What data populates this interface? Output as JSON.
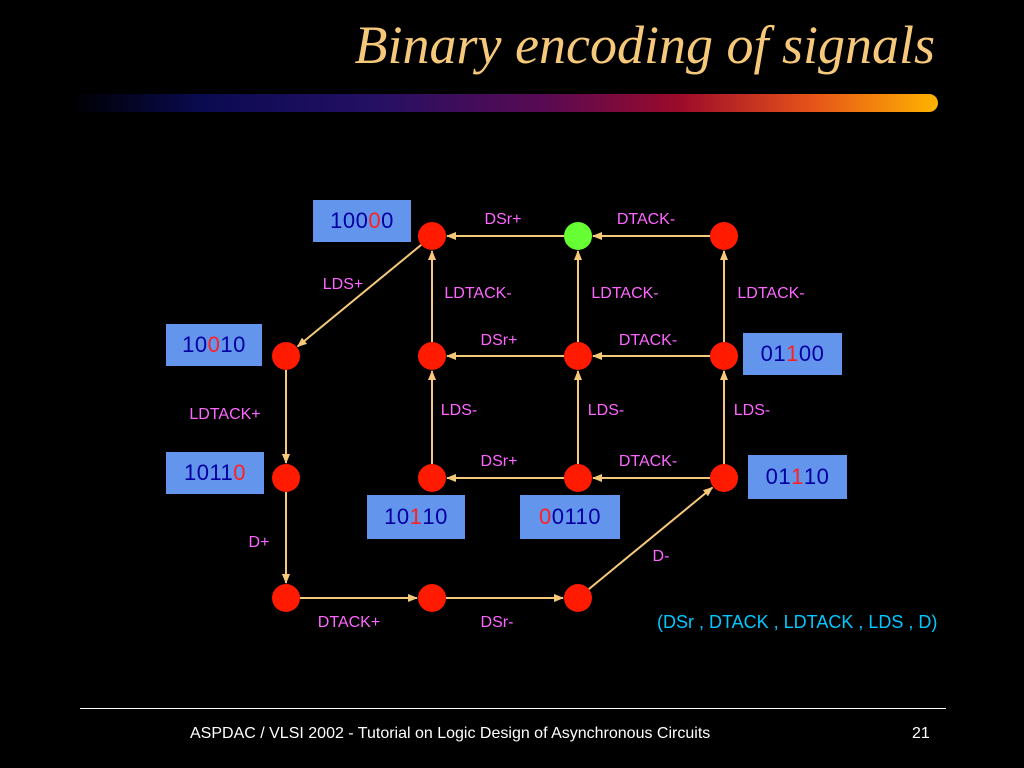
{
  "slide": {
    "title": "Binary encoding of signals",
    "legend": "(DSr , DTACK , LDTACK , LDS , D)",
    "footer": "ASPDAC / VLSI 2002 - Tutorial on Logic Design of Asynchronous Circuits",
    "page_number": "21"
  },
  "colors": {
    "title": "#f5c87a",
    "state": "#ff1a00",
    "initial_state": "#66ff33",
    "arc": "#f5c87a",
    "label": "#ff66ff",
    "code_box": "#6495ed",
    "code_text": "#0000a0",
    "code_highlight": "#ff2020",
    "legend": "#00c8ff"
  },
  "diagram": {
    "nodes": [
      {
        "id": "n_r1c1"
      },
      {
        "id": "n_r1c2",
        "initial": true
      },
      {
        "id": "n_r1c3"
      },
      {
        "id": "n_r2c0"
      },
      {
        "id": "n_r2c1"
      },
      {
        "id": "n_r2c2"
      },
      {
        "id": "n_r2c3"
      },
      {
        "id": "n_r3c0"
      },
      {
        "id": "n_r3c1"
      },
      {
        "id": "n_r3c2"
      },
      {
        "id": "n_r3c3"
      },
      {
        "id": "n_r4c0"
      },
      {
        "id": "n_r4c1"
      },
      {
        "id": "n_r4c2"
      }
    ],
    "arcs": [
      {
        "from": "n_r1c2",
        "to": "n_r1c1",
        "label": "DSr+"
      },
      {
        "from": "n_r1c3",
        "to": "n_r1c2",
        "label": "DTACK-"
      },
      {
        "from": "n_r1c1",
        "to": "n_r2c0",
        "label": "LDS+"
      },
      {
        "from": "n_r2c1",
        "to": "n_r1c1",
        "label": "LDTACK-"
      },
      {
        "from": "n_r2c2",
        "to": "n_r1c2",
        "label": "LDTACK-"
      },
      {
        "from": "n_r2c3",
        "to": "n_r1c3",
        "label": "LDTACK-"
      },
      {
        "from": "n_r2c2",
        "to": "n_r2c1",
        "label": "DSr+"
      },
      {
        "from": "n_r2c3",
        "to": "n_r2c2",
        "label": "DTACK-"
      },
      {
        "from": "n_r2c0",
        "to": "n_r3c0",
        "label": "LDTACK+"
      },
      {
        "from": "n_r3c1",
        "to": "n_r2c1",
        "label": "LDS-"
      },
      {
        "from": "n_r3c2",
        "to": "n_r2c2",
        "label": "LDS-"
      },
      {
        "from": "n_r3c3",
        "to": "n_r2c3",
        "label": "LDS-"
      },
      {
        "from": "n_r3c2",
        "to": "n_r3c1",
        "label": "DSr+"
      },
      {
        "from": "n_r3c3",
        "to": "n_r3c2",
        "label": "DTACK-"
      },
      {
        "from": "n_r3c0",
        "to": "n_r4c0",
        "label": "D+"
      },
      {
        "from": "n_r4c0",
        "to": "n_r4c1",
        "label": "DTACK+"
      },
      {
        "from": "n_r4c1",
        "to": "n_r4c2",
        "label": "DSr-"
      },
      {
        "from": "n_r4c2",
        "to": "n_r3c3",
        "label": "D-"
      }
    ],
    "codes": [
      {
        "name": "code-10000",
        "parts": [
          {
            "t": "100"
          },
          {
            "t": "0",
            "hl": true
          },
          {
            "t": "0"
          }
        ]
      },
      {
        "name": "code-10010",
        "parts": [
          {
            "t": "10"
          },
          {
            "t": "0",
            "hl": true
          },
          {
            "t": "10"
          }
        ]
      },
      {
        "name": "code-10110-left",
        "parts": [
          {
            "t": "1011"
          },
          {
            "t": "0",
            "hl": true
          }
        ]
      },
      {
        "name": "code-10110-center",
        "parts": [
          {
            "t": "10"
          },
          {
            "t": "1",
            "hl": true
          },
          {
            "t": "10"
          }
        ]
      },
      {
        "name": "code-00110",
        "parts": [
          {
            "t": "0",
            "hl": true
          },
          {
            "t": "0110"
          }
        ]
      },
      {
        "name": "code-01100",
        "parts": [
          {
            "t": "01"
          },
          {
            "t": "1",
            "hl": true
          },
          {
            "t": "00"
          }
        ]
      },
      {
        "name": "code-01110",
        "parts": [
          {
            "t": "01"
          },
          {
            "t": "1",
            "hl": true
          },
          {
            "t": "10"
          }
        ]
      }
    ]
  }
}
